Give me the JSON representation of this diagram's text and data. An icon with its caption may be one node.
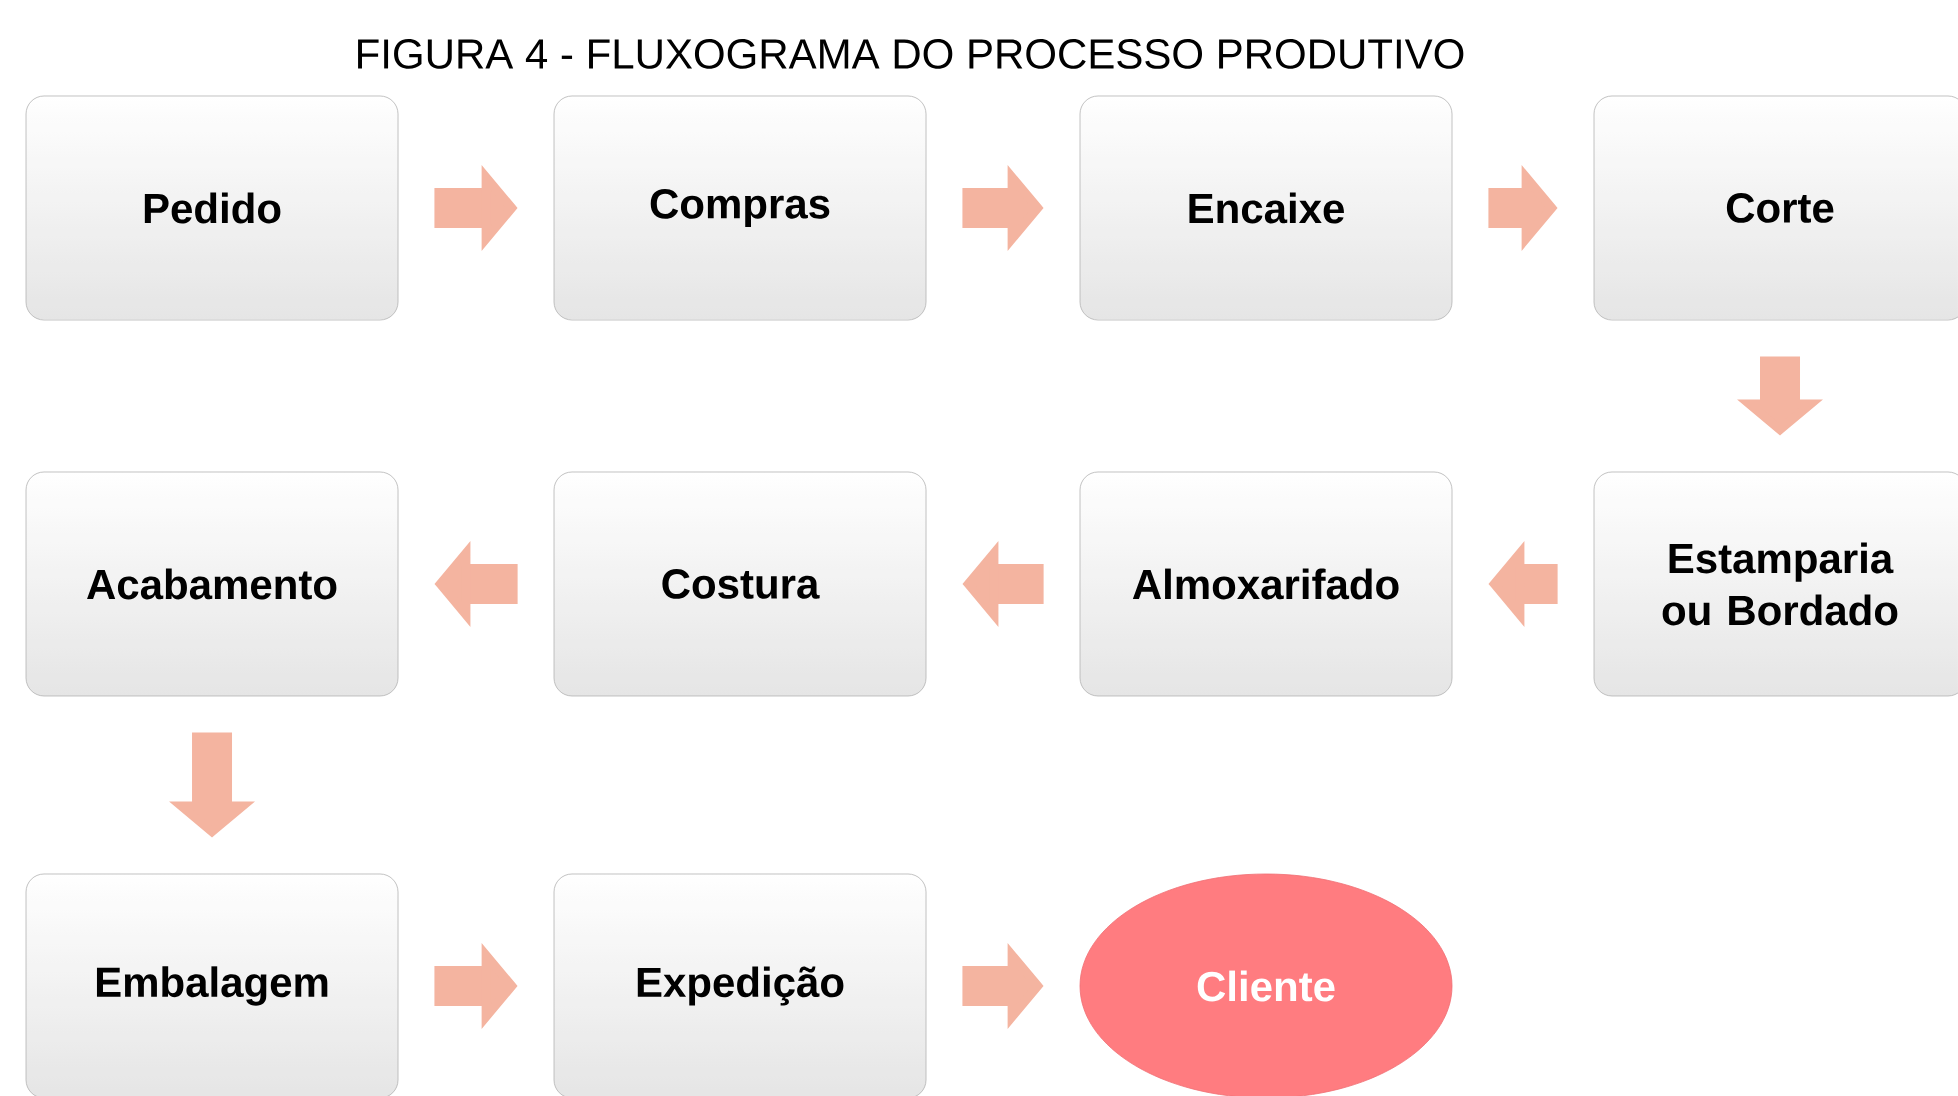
{
  "diagram": {
    "title": "FIGURA 4 - FLUXOGRAMA DO PROCESSO PRODUTIVO",
    "nodes": [
      {
        "text": [
          "Pedido"
        ]
      },
      {
        "text": [
          "Compras"
        ]
      },
      {
        "text": [
          "Encaixe"
        ]
      },
      {
        "text": [
          "Corte"
        ]
      },
      {
        "text": [
          "Acabamento"
        ]
      },
      {
        "text": [
          "Costura"
        ]
      },
      {
        "text": [
          "Almoxarifado"
        ]
      },
      {
        "text": [
          "Estamparia ou Bordado"
        ]
      },
      {
        "text": [
          "Embalagem"
        ]
      },
      {
        "text": [
          "Expedição"
        ]
      },
      {
        "text": [
          "Cliente"
        ]
      }
    ],
    "edges": [
      {
        "from": 0,
        "to": 1,
        "arrow": "to"
      },
      {
        "from": 1,
        "to": 2,
        "arrow": "to"
      },
      {
        "from": 2,
        "to": 3,
        "arrow": "to"
      },
      {
        "from": 3,
        "to": 7,
        "arrow": "to"
      },
      {
        "from": 7,
        "to": 6,
        "arrow": "to"
      },
      {
        "from": 6,
        "to": 5,
        "arrow": "to"
      },
      {
        "from": 5,
        "to": 4,
        "arrow": "to"
      },
      {
        "from": 4,
        "to": 8,
        "arrow": "to"
      },
      {
        "from": 8,
        "to": 9,
        "arrow": "to"
      },
      {
        "from": 9,
        "to": 10,
        "arrow": "to"
      }
    ]
  }
}
